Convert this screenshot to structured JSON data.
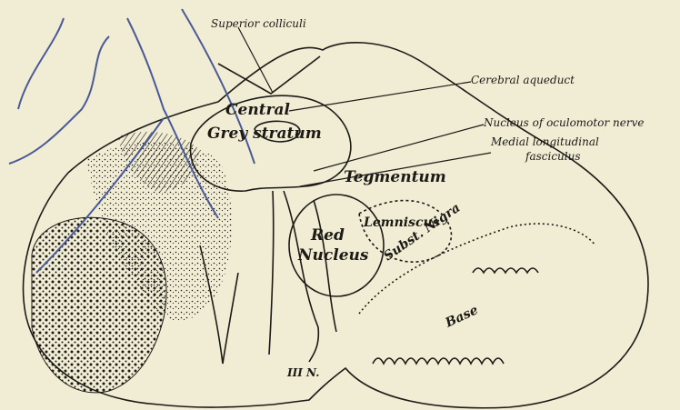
{
  "labels": {
    "superior_colliculi": "Superior colliculi",
    "cerebral_aqueduct": "Cerebral aqueduct",
    "nucleus_oculomotor": "Nucleus of oculomotor nerve",
    "medial_longitudinal_1": "Medial longitudinal",
    "medial_longitudinal_2": "fasciculus",
    "central": "Central",
    "grey_stratum": "Grey stratum",
    "tegmentum": "Tegmentum",
    "lemniscus": "Lemniscus",
    "red_nucleus_1": "Red",
    "red_nucleus_2": "Nucleus",
    "subst_nigra": "Subst. Nigra",
    "base": "Base",
    "third_nerve": "III N."
  },
  "colors": {
    "paper": "#f1ecd4",
    "ink": "#1c1a16",
    "pencil": "#4a5a96"
  }
}
